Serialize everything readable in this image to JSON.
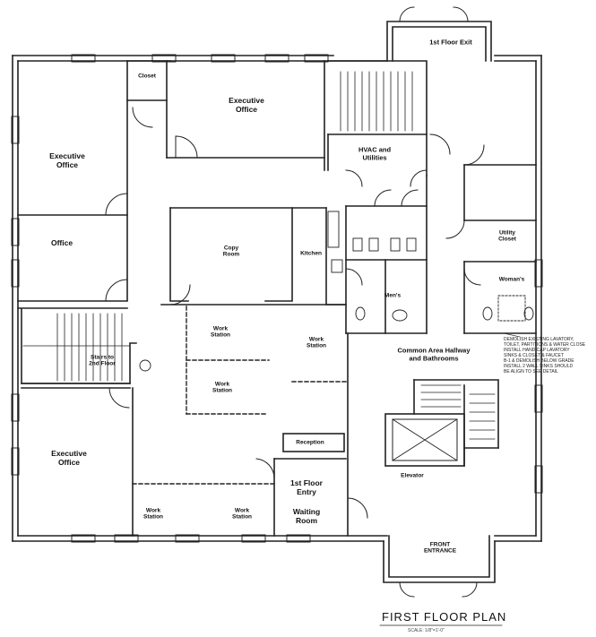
{
  "plan": {
    "title": "FIRST FLOOR PLAN",
    "scale": "SCALE: 1/8\"=1'-0\"",
    "note": "DEMOLISH EXISTING LAVATORY,\nTOILET, PARTITIONS & WATER CLOSE\nINSTALL HANDICAP LAVATORY\nSINKS & CLOSET & FAUCET\nB-1 & DEMOLISH BELOW GRADE\nINSTALL 2 WALL SINKS SHOULD\nBE ALIGN TO SEE DETAIL",
    "rooms": {
      "exit": "1st Floor Exit",
      "closet": "Closet",
      "exec_office_top": "Executive\nOffice",
      "exec_office_left": "Executive\nOffice",
      "hvac": "HVAC and\nUtilities",
      "office": "Office",
      "copy_room": "Copy\nRoom",
      "kitchen": "Kitchen",
      "utility_closet": "Utility\nCloset",
      "mens": "Men's",
      "womens": "Woman's",
      "work_station_1": "Work\nStation",
      "work_station_2": "Work\nStation",
      "work_station_3": "Work\nStation",
      "stairs": "Stairs to\n2nd Floor",
      "common_area": "Common Area Hallway\nand Bathrooms",
      "exec_office_bottom": "Executive\nOffice",
      "reception": "Reception",
      "elevator": "Elevator",
      "entry": "1st Floor\nEntry",
      "waiting": "Waiting\nRoom",
      "work_station_4": "Work\nStation",
      "work_station_5": "Work\nStation",
      "front_entrance": "FRONT\nENTRANCE"
    }
  }
}
